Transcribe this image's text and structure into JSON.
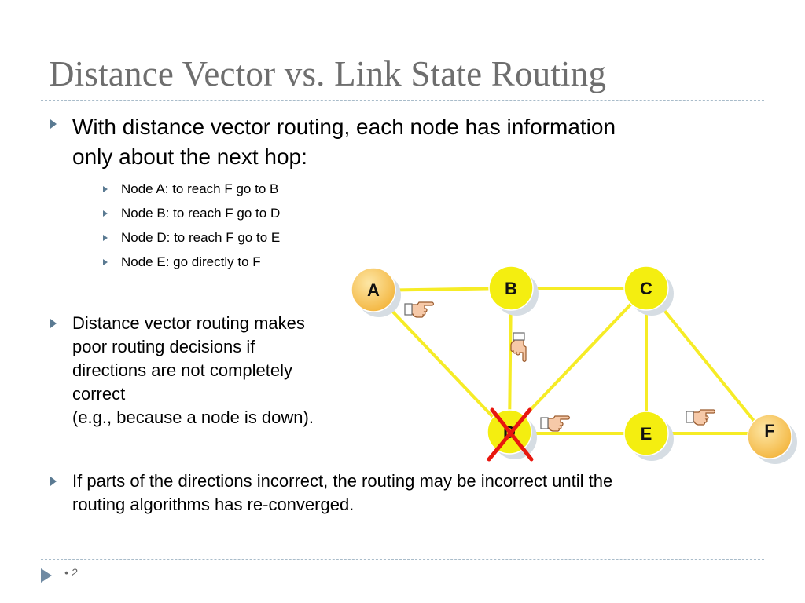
{
  "slide": {
    "title": "Distance Vector vs. Link State Routing",
    "page_number": "• 2"
  },
  "bullets": {
    "b1_line1": "With distance vector routing, each node has information",
    "b1_line2": "only about the next hop:",
    "sub": [
      "Node A:  to reach F go to B",
      "Node B: to reach F go to D",
      "Node D: to reach F go to E",
      "Node E: go directly to F"
    ],
    "b2_lines": [
      "Distance vector routing makes",
      "poor routing decisions if",
      "directions are not completely",
      "correct",
      "(e.g., because a node is down)."
    ],
    "b3_line1": "If parts of the directions incorrect, the routing may be incorrect until the",
    "b3_line2": "routing algorithms has re-converged."
  },
  "network": {
    "nodes": [
      {
        "id": "A",
        "label": "A",
        "fill": "#f8c24a"
      },
      {
        "id": "B",
        "label": "B",
        "fill": "#f4ee10"
      },
      {
        "id": "C",
        "label": "C",
        "fill": "#f4ee10"
      },
      {
        "id": "D",
        "label": "D",
        "fill": "#f4ee10",
        "status": "down"
      },
      {
        "id": "E",
        "label": "E",
        "fill": "#f4ee10"
      },
      {
        "id": "F",
        "label": "F",
        "fill": "#f8c24a"
      }
    ],
    "links": [
      [
        "A",
        "B"
      ],
      [
        "B",
        "C"
      ],
      [
        "A",
        "D"
      ],
      [
        "B",
        "D"
      ],
      [
        "C",
        "D"
      ],
      [
        "C",
        "E"
      ],
      [
        "C",
        "F"
      ],
      [
        "D",
        "E"
      ],
      [
        "E",
        "F"
      ]
    ],
    "link_color": "#f6ec26",
    "failure_mark_color": "#e8170f",
    "pointer_icon": "pointing-hand-icon"
  }
}
